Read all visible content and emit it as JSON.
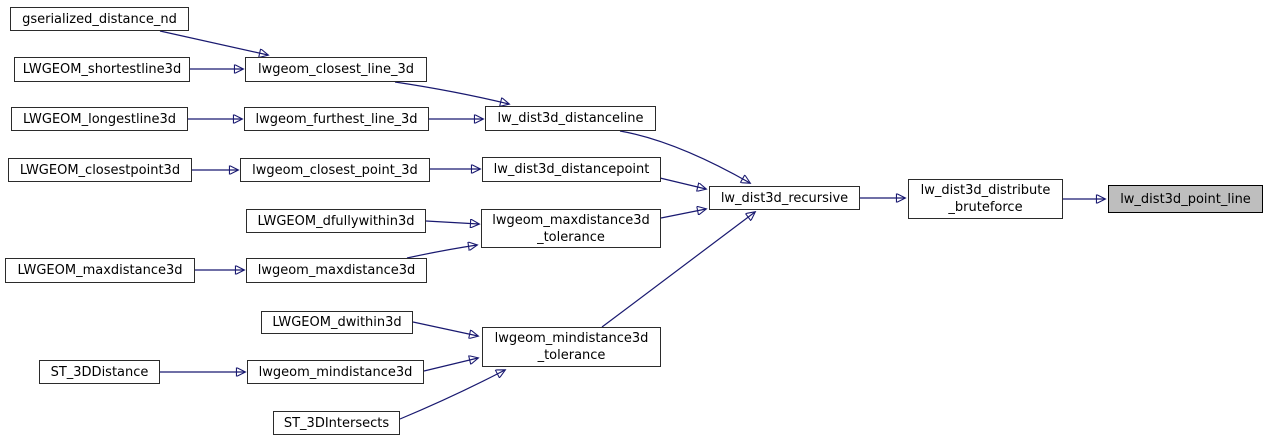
{
  "diagram": {
    "type": "call-graph",
    "colors": {
      "background": "#ffffff",
      "edge": "#191970",
      "node_border": "#2b2b2b",
      "node_fill": "#ffffff",
      "highlight_fill": "#bebebe",
      "text": "#000000"
    },
    "nodes": [
      {
        "id": "gserialized_distance_nd",
        "label": "gserialized_distance_nd",
        "highlighted": false
      },
      {
        "id": "LWGEOM_shortestline3d",
        "label": "LWGEOM_shortestline3d",
        "highlighted": false
      },
      {
        "id": "lwgeom_closest_line_3d",
        "label": "lwgeom_closest_line_3d",
        "highlighted": false
      },
      {
        "id": "LWGEOM_longestline3d",
        "label": "LWGEOM_longestline3d",
        "highlighted": false
      },
      {
        "id": "lwgeom_furthest_line_3d",
        "label": "lwgeom_furthest_line_3d",
        "highlighted": false
      },
      {
        "id": "lw_dist3d_distanceline",
        "label": "lw_dist3d_distanceline",
        "highlighted": false
      },
      {
        "id": "LWGEOM_closestpoint3d",
        "label": "LWGEOM_closestpoint3d",
        "highlighted": false
      },
      {
        "id": "lwgeom_closest_point_3d",
        "label": "lwgeom_closest_point_3d",
        "highlighted": false
      },
      {
        "id": "lw_dist3d_distancepoint",
        "label": "lw_dist3d_distancepoint",
        "highlighted": false
      },
      {
        "id": "LWGEOM_dfullywithin3d",
        "label": "LWGEOM_dfullywithin3d",
        "highlighted": false
      },
      {
        "id": "lwgeom_maxdistance3d_tolerance",
        "label": "lwgeom_maxdistance3d\n_tolerance",
        "highlighted": false
      },
      {
        "id": "LWGEOM_maxdistance3d",
        "label": "LWGEOM_maxdistance3d",
        "highlighted": false
      },
      {
        "id": "lwgeom_maxdistance3d",
        "label": "lwgeom_maxdistance3d",
        "highlighted": false
      },
      {
        "id": "lw_dist3d_recursive",
        "label": "lw_dist3d_recursive",
        "highlighted": false
      },
      {
        "id": "lw_dist3d_distribute_bruteforce",
        "label": "lw_dist3d_distribute\n_bruteforce",
        "highlighted": false
      },
      {
        "id": "lw_dist3d_point_line",
        "label": "lw_dist3d_point_line",
        "highlighted": true
      },
      {
        "id": "LWGEOM_dwithin3d",
        "label": "LWGEOM_dwithin3d",
        "highlighted": false
      },
      {
        "id": "ST_3DDistance",
        "label": "ST_3DDistance",
        "highlighted": false
      },
      {
        "id": "lwgeom_mindistance3d",
        "label": "lwgeom_mindistance3d",
        "highlighted": false
      },
      {
        "id": "lwgeom_mindistance3d_tolerance",
        "label": "lwgeom_mindistance3d\n_tolerance",
        "highlighted": false
      },
      {
        "id": "ST_3DIntersects",
        "label": "ST_3DIntersects",
        "highlighted": false
      }
    ],
    "edges": [
      {
        "from": "gserialized_distance_nd",
        "to": "lwgeom_closest_line_3d"
      },
      {
        "from": "LWGEOM_shortestline3d",
        "to": "lwgeom_closest_line_3d"
      },
      {
        "from": "LWGEOM_longestline3d",
        "to": "lwgeom_furthest_line_3d"
      },
      {
        "from": "lwgeom_closest_line_3d",
        "to": "lw_dist3d_distanceline"
      },
      {
        "from": "lwgeom_furthest_line_3d",
        "to": "lw_dist3d_distanceline"
      },
      {
        "from": "LWGEOM_closestpoint3d",
        "to": "lwgeom_closest_point_3d"
      },
      {
        "from": "lwgeom_closest_point_3d",
        "to": "lw_dist3d_distancepoint"
      },
      {
        "from": "lw_dist3d_distanceline",
        "to": "lw_dist3d_recursive"
      },
      {
        "from": "lw_dist3d_distancepoint",
        "to": "lw_dist3d_recursive"
      },
      {
        "from": "LWGEOM_dfullywithin3d",
        "to": "lwgeom_maxdistance3d_tolerance"
      },
      {
        "from": "LWGEOM_maxdistance3d",
        "to": "lwgeom_maxdistance3d"
      },
      {
        "from": "lwgeom_maxdistance3d",
        "to": "lwgeom_maxdistance3d_tolerance"
      },
      {
        "from": "lwgeom_maxdistance3d_tolerance",
        "to": "lw_dist3d_recursive"
      },
      {
        "from": "LWGEOM_dwithin3d",
        "to": "lwgeom_mindistance3d_tolerance"
      },
      {
        "from": "ST_3DDistance",
        "to": "lwgeom_mindistance3d"
      },
      {
        "from": "lwgeom_mindistance3d",
        "to": "lwgeom_mindistance3d_tolerance"
      },
      {
        "from": "ST_3DIntersects",
        "to": "lwgeom_mindistance3d_tolerance"
      },
      {
        "from": "lwgeom_mindistance3d_tolerance",
        "to": "lw_dist3d_recursive"
      },
      {
        "from": "lw_dist3d_recursive",
        "to": "lw_dist3d_distribute_bruteforce"
      },
      {
        "from": "lw_dist3d_distribute_bruteforce",
        "to": "lw_dist3d_point_line"
      }
    ]
  }
}
